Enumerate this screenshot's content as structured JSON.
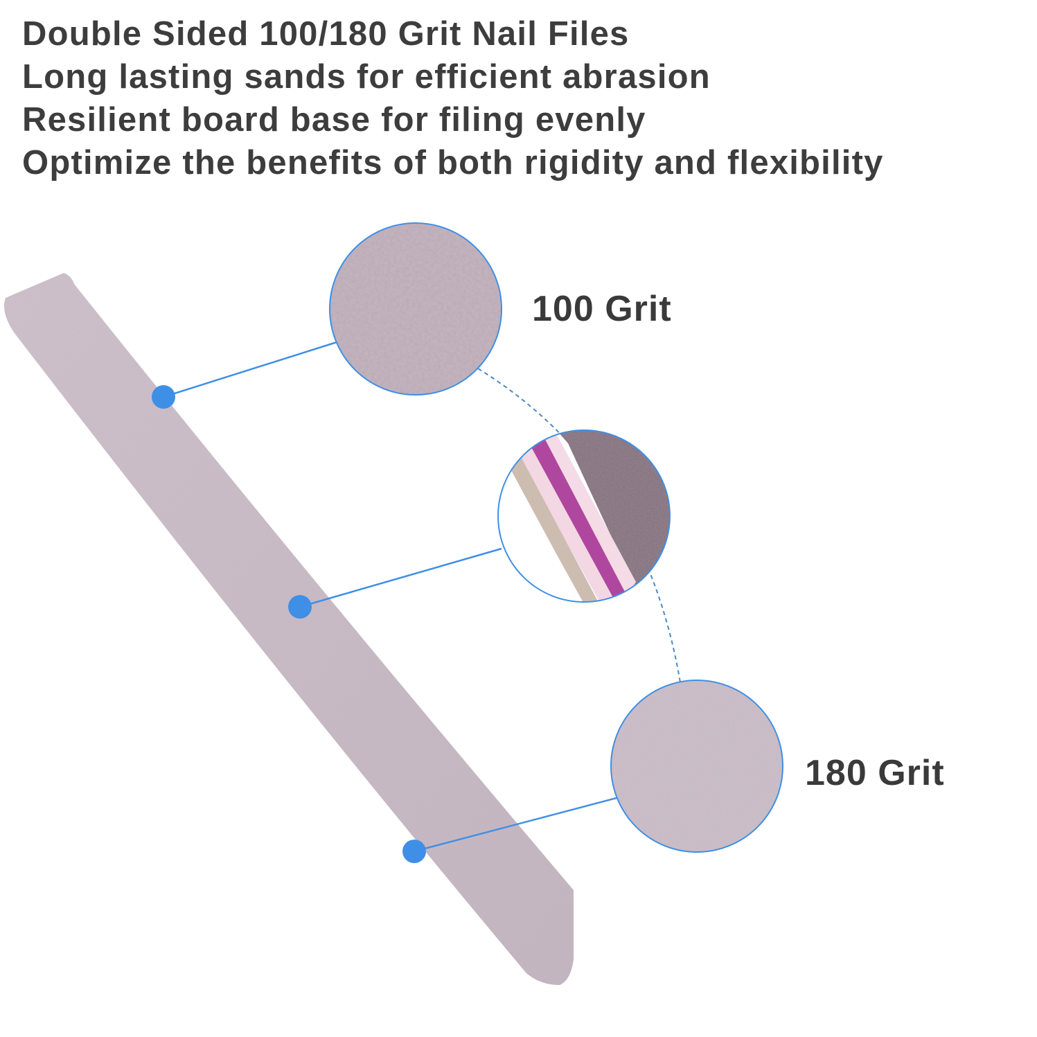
{
  "headline": {
    "lines": [
      "Double Sided 100/180 Grit Nail Files",
      "Long lasting sands for efficient abrasion",
      "Resilient board base for filing evenly",
      "Optimize the benefits of both rigidity and flexibility"
    ]
  },
  "callouts": {
    "coarse_label": "100 Grit",
    "fine_label": "180 Grit"
  },
  "colors": {
    "text": "#3d3d3d",
    "file_surface": "#c9bcc6",
    "marker_blue": "#3f8fe6",
    "edge_core_magenta": "#b0479f",
    "dashed_arc": "#4a88c7"
  }
}
